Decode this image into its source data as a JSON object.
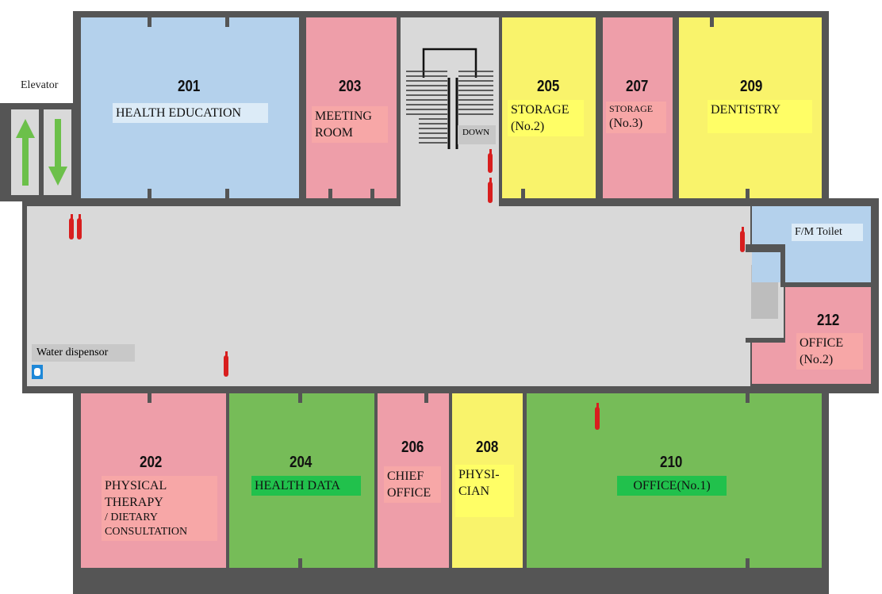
{
  "elevator": {
    "label": "Elevator"
  },
  "rooms": {
    "r201": {
      "number": "201",
      "label": "HEALTH EDUCATION"
    },
    "r203": {
      "number": "203",
      "line1": "MEETING",
      "line2": "ROOM"
    },
    "r205": {
      "number": "205",
      "line1": "STORAGE",
      "line2": "(No.2)"
    },
    "r207": {
      "number": "207",
      "line1": "STORAGE",
      "line2": "(No.3)"
    },
    "r209": {
      "number": "209",
      "label": "DENTISTRY"
    },
    "toilet": {
      "label": "F/M Toilet"
    },
    "r212": {
      "number": "212",
      "line1": "OFFICE",
      "line2": "(No.2)"
    },
    "r202": {
      "number": "202",
      "line1": "PHYSICAL",
      "line2": "THERAPY",
      "line3": "/ DIETARY",
      "line4": "CONSULTATION"
    },
    "r204": {
      "number": "204",
      "label": "HEALTH DATA"
    },
    "r206": {
      "number": "206",
      "line1": "CHIEF",
      "line2": "OFFICE"
    },
    "r208": {
      "number": "208",
      "line1": "PHYSI-",
      "line2": "CIAN"
    },
    "r210": {
      "number": "210",
      "label": "OFFICE(No.1)"
    }
  },
  "stairs": {
    "label": "DOWN"
  },
  "water": {
    "label": "Water dispensor"
  },
  "colors": {
    "wall": "#555555",
    "corridor": "#d9d9d9",
    "blue": "#b4d1ec",
    "pink": "#ee9ea9",
    "yellow": "#f9f36b",
    "green": "#76bc58",
    "label_blue": "#dcebf7",
    "label_pink": "#f7a7a7",
    "label_yellow": "#fffe66",
    "label_green": "#21c14c",
    "extinguisher": "#d81e1e",
    "arrow": "#6cc04a"
  }
}
